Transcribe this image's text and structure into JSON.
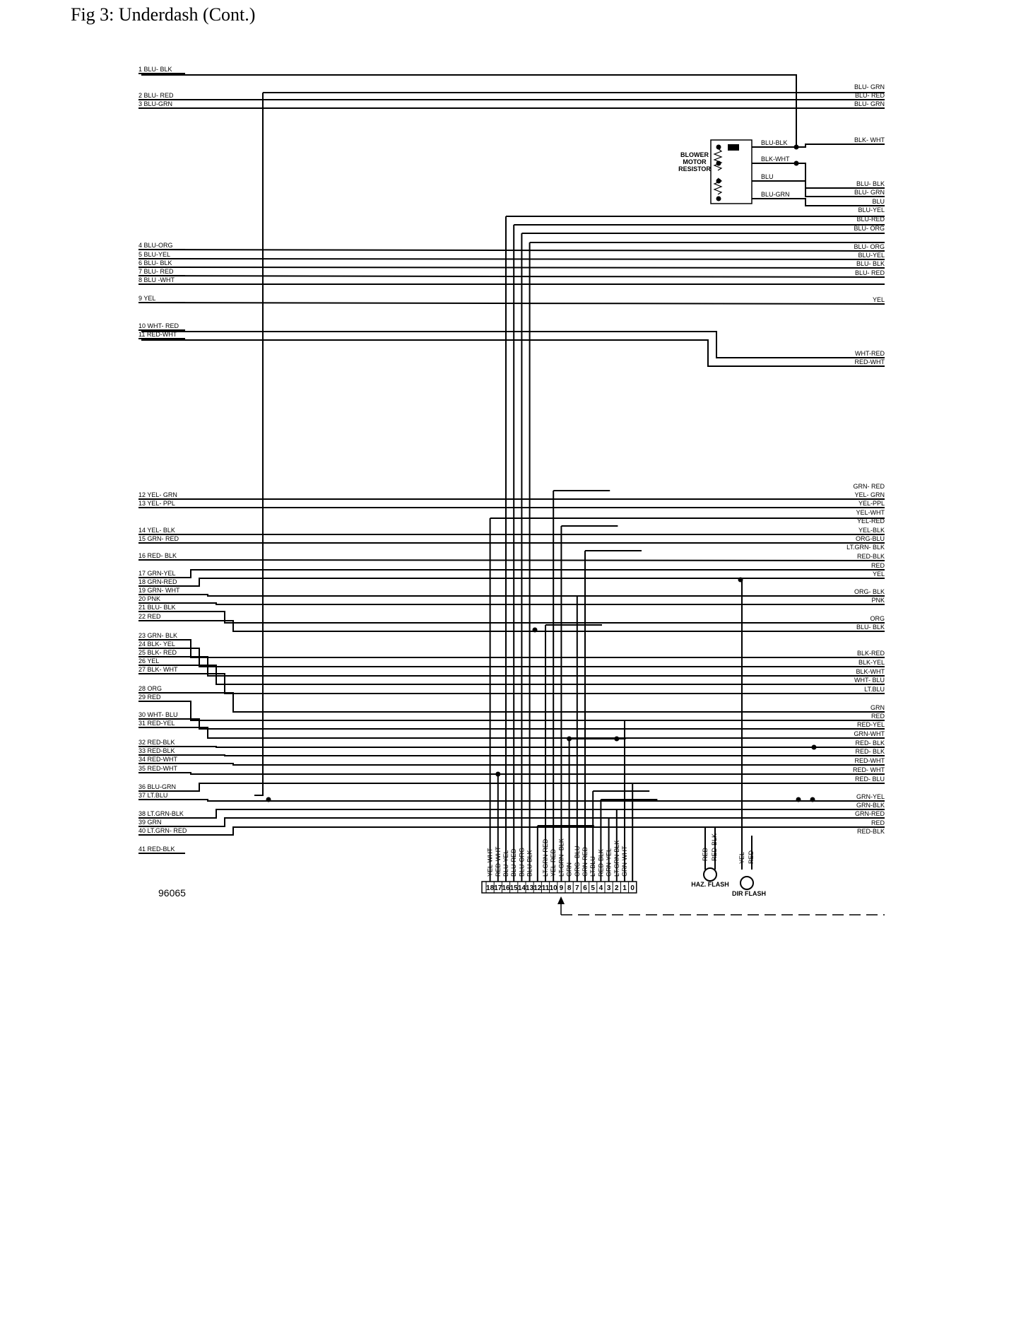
{
  "title": "Fig 3: Underdash (Cont.)",
  "figure_number": "96065",
  "components": {
    "blower_resistor": [
      "BLOWER",
      "MOTOR",
      "RESISTOR"
    ],
    "blower_pins": [
      "BLU-BLK",
      "BLK-WHT",
      "BLU",
      "BLU-GRN"
    ],
    "haz_flash": "HAZ. FLASH",
    "dir_flash": "DIR FLASH",
    "haz_wires": [
      "RED",
      "RED-BLK"
    ],
    "dir_wires": [
      "YEL",
      "RED"
    ]
  },
  "left_wires": [
    {
      "n": "1",
      "c": "BLU- BLK"
    },
    {
      "n": "2",
      "c": "BLU- RED"
    },
    {
      "n": "3",
      "c": "BLU-GRN"
    },
    {
      "n": "4",
      "c": "BLU-ORG"
    },
    {
      "n": "5",
      "c": "BLU-YEL"
    },
    {
      "n": "6",
      "c": "BLU- BLK"
    },
    {
      "n": "7",
      "c": "BLU- RED"
    },
    {
      "n": "8",
      "c": "BLU -WHT"
    },
    {
      "n": "9",
      "c": "YEL"
    },
    {
      "n": "10",
      "c": "WHT- RED"
    },
    {
      "n": "11",
      "c": "RED-WHT"
    },
    {
      "n": "12",
      "c": "YEL- GRN"
    },
    {
      "n": "13",
      "c": "YEL- PPL"
    },
    {
      "n": "14",
      "c": "YEL- BLK"
    },
    {
      "n": "15",
      "c": "GRN- RED"
    },
    {
      "n": "16",
      "c": "RED- BLK"
    },
    {
      "n": "17",
      "c": "GRN-YEL"
    },
    {
      "n": "18",
      "c": "GRN-RED"
    },
    {
      "n": "19",
      "c": "GRN- WHT"
    },
    {
      "n": "20",
      "c": "PNK"
    },
    {
      "n": "21",
      "c": "BLU- BLK"
    },
    {
      "n": "22",
      "c": "RED"
    },
    {
      "n": "23",
      "c": "GRN- BLK"
    },
    {
      "n": "24",
      "c": "BLK- YEL"
    },
    {
      "n": "25",
      "c": "BLK- RED"
    },
    {
      "n": "26",
      "c": "YEL"
    },
    {
      "n": "27",
      "c": "BLK- WHT"
    },
    {
      "n": "28",
      "c": "ORG"
    },
    {
      "n": "29",
      "c": "RED"
    },
    {
      "n": "30",
      "c": "WHT- BLU"
    },
    {
      "n": "31",
      "c": "RED-YEL"
    },
    {
      "n": "32",
      "c": "RED-BLK"
    },
    {
      "n": "33",
      "c": "RED-BLK"
    },
    {
      "n": "34",
      "c": "RED-WHT"
    },
    {
      "n": "35",
      "c": "RED-WHT"
    },
    {
      "n": "36",
      "c": "BLU-GRN"
    },
    {
      "n": "37",
      "c": "LT.BLU"
    },
    {
      "n": "38",
      "c": "LT.GRN-BLK"
    },
    {
      "n": "39",
      "c": "GRN"
    },
    {
      "n": "40",
      "c": "LT.GRN- RED"
    },
    {
      "n": "41",
      "c": "RED-BLK"
    }
  ],
  "right_wires": [
    "BLU- GRN",
    "BLU- RED",
    "BLU- GRN",
    "BLK- WHT",
    "BLU- BLK",
    "BLU- GRN",
    "BLU",
    "BLU-YEL",
    "BLU-RED",
    "BLU- ORG",
    "BLU- ORG",
    "BLU-YEL",
    "BLU- BLK",
    "BLU- RED",
    "YEL",
    "WHT-RED",
    "RED-WHT",
    "GRN- RED",
    "YEL- GRN",
    "YEL-PPL",
    "YEL-WHT",
    "YEL-RED",
    "YEL-BLK",
    "ORG-BLU",
    "LT.GRN- BLK",
    "RED-BLK",
    "RED",
    "YEL",
    "ORG- BLK",
    "PNK",
    "ORG",
    "BLU- BLK",
    "BLK-RED",
    "BLK-YEL",
    "BLK-WHT",
    "WHT- BLU",
    "LT.BLU",
    "GRN",
    "RED",
    "RED-YEL",
    "GRN-WHT",
    "RED- BLK",
    "RED- BLK",
    "RED-WHT",
    "RED- WHT",
    "RED- BLU",
    "GRN-YEL",
    "GRN-BLK",
    "GRN-RED",
    "RED",
    "RED-BLK"
  ],
  "connector": {
    "pins": [
      "18",
      "17",
      "16",
      "15",
      "14",
      "13",
      "12",
      "11",
      "10",
      "9",
      "8",
      "7",
      "6",
      "5",
      "4",
      "3",
      "2",
      "1",
      "0"
    ],
    "wires": [
      "YEL-WHT",
      "RED-WHT",
      "BLU-YEL",
      "BLU-RED",
      "BLU-ORG",
      "BLU-BLK",
      "",
      "LT.GRN-RED",
      "YEL-RED",
      "LT.GRN- BLK",
      "GRN",
      "ORG- BLU",
      "GRN-RED",
      "LT.BLU",
      "RED-BLK",
      "GRN-YEL",
      "LT.GRN-BLK",
      "GRN-WHT",
      ""
    ]
  }
}
